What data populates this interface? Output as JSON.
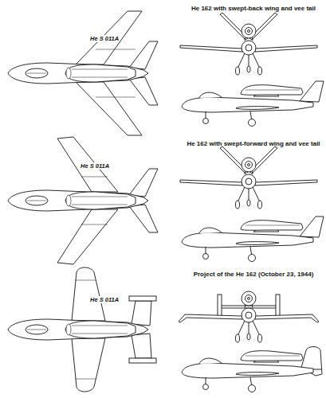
{
  "diagram": {
    "labels": [
      "He 162 with swept-back wing and vee tail",
      "He S 011A",
      "He 162 with swept-forward wing and vee tail",
      "He S 011A",
      "Project of the He 162 (October 23, 1944)",
      "He S 011A"
    ]
  }
}
